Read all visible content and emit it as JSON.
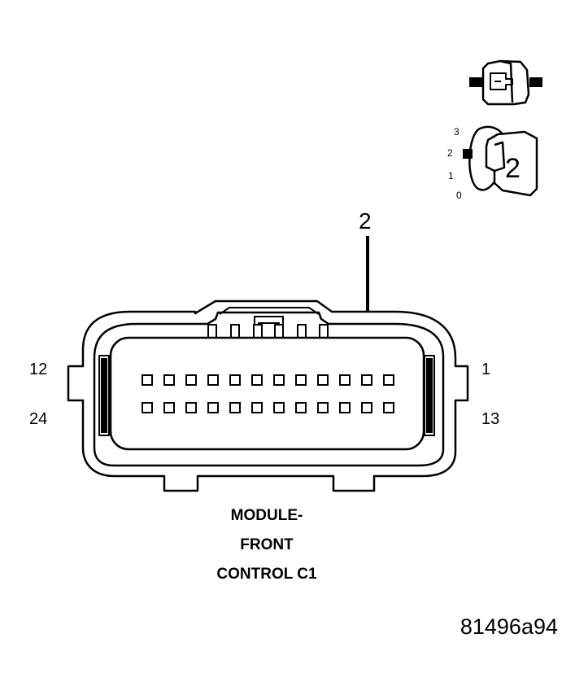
{
  "colors": {
    "line": "#000000",
    "background": "#ffffff"
  },
  "connector": {
    "pin_label_top_left": "12",
    "pin_label_bottom_left": "24",
    "pin_label_top_right": "1",
    "pin_label_bottom_right": "13",
    "pins_per_row": 12,
    "rows": 2,
    "pointer_label": "2"
  },
  "caption": {
    "line1": "MODULE-",
    "line2": "FRONT",
    "line3": "CONTROL C1"
  },
  "inset": {
    "ticks": [
      "3",
      "2",
      "1",
      "0"
    ],
    "big_label": "2"
  },
  "figure_id": "81496a94"
}
